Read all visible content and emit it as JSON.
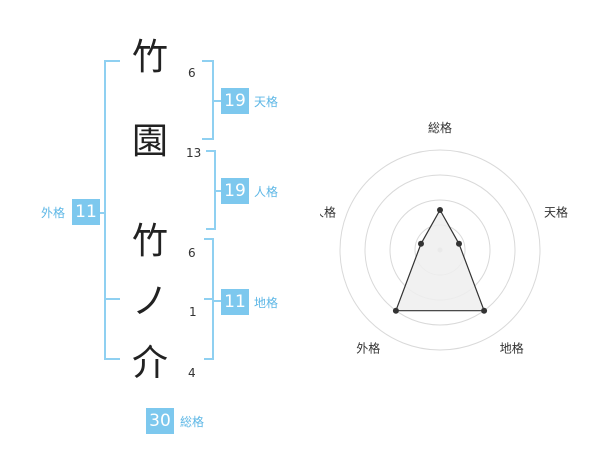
{
  "name": {
    "characters": [
      {
        "char": "竹",
        "strokes": "6"
      },
      {
        "char": "園",
        "strokes": "13"
      },
      {
        "char": "竹",
        "strokes": "6"
      },
      {
        "char": "ノ",
        "strokes": "1"
      },
      {
        "char": "介",
        "strokes": "4"
      }
    ]
  },
  "scores": {
    "tenkaku": {
      "value": "19",
      "label": "天格"
    },
    "jinkaku": {
      "value": "19",
      "label": "人格"
    },
    "chikaku": {
      "value": "11",
      "label": "地格"
    },
    "gaikaku": {
      "value": "11",
      "label": "外格"
    },
    "soukaku": {
      "value": "30",
      "label": "総格"
    }
  },
  "radar": {
    "axes": [
      "総格",
      "天格",
      "地格",
      "外格",
      "人格"
    ],
    "values": [
      0.4,
      0.2,
      0.75,
      0.75,
      0.2
    ],
    "ring_count": 4,
    "grid_color": "#d9d9d9",
    "fill_color": "#eeeeee",
    "line_color": "#333333"
  },
  "colors": {
    "accent": "#7dc8ee",
    "accent_text": "#5db7e6",
    "bracket": "#8fd0f1"
  }
}
